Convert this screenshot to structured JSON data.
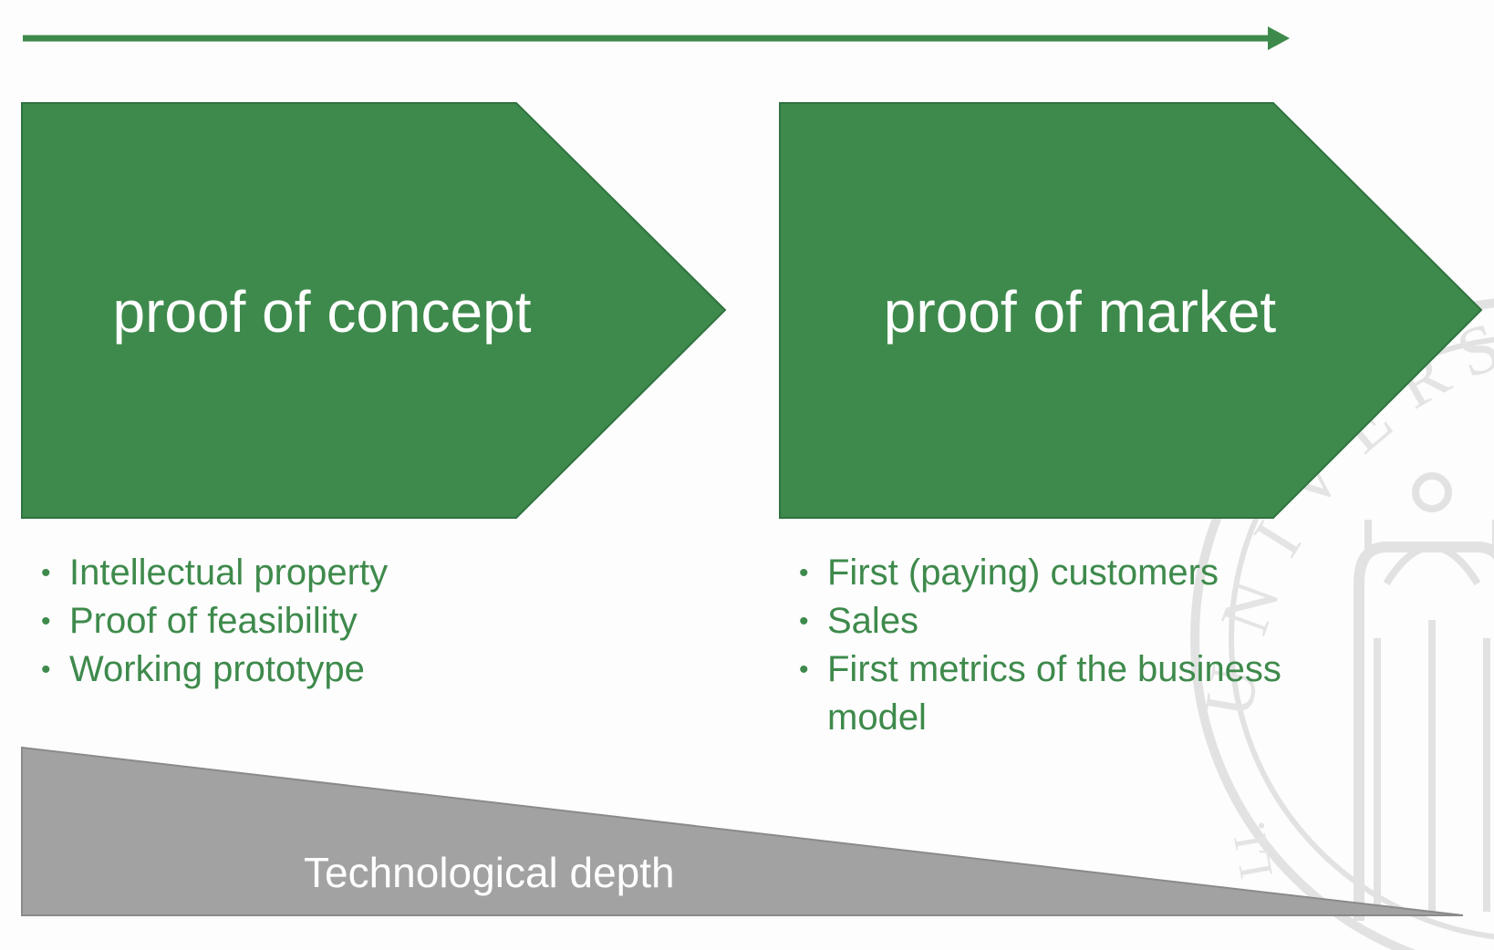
{
  "colors": {
    "stage_fill": "#3e8a4c",
    "stage_text": "#ffffff",
    "bullet_text": "#3e8a4c",
    "timeline_arrow": "#3e8a4c",
    "depth_fill": "#a2a2a2",
    "seal_watermark": "#e3e3e3"
  },
  "stages": [
    {
      "title": "proof of concept",
      "bullets": [
        "Intellectual property",
        "Proof of feasibility",
        "Working prototype"
      ]
    },
    {
      "title": "proof of market",
      "bullets": [
        "First (paying) customers",
        "Sales",
        "First metrics of the business model"
      ]
    }
  ],
  "depth_wedge": {
    "label": "Technological depth"
  },
  "watermark": {
    "icon": "university-seal-icon",
    "text": "UNIVERSITAT"
  }
}
